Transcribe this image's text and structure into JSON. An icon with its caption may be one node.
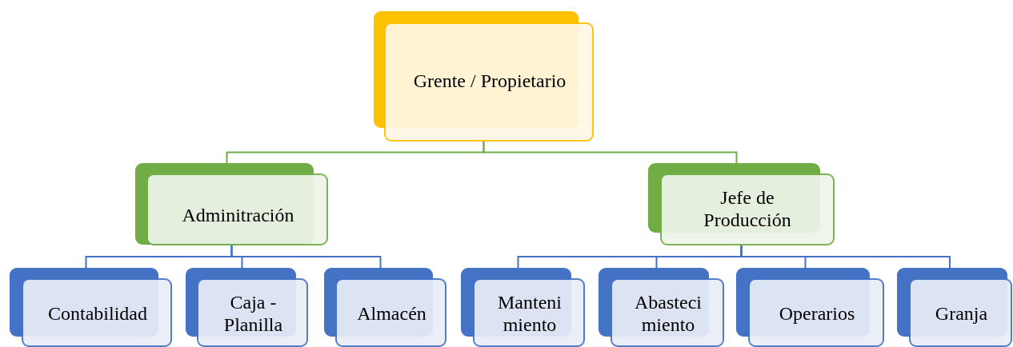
{
  "diagram": {
    "nodes": [
      {
        "text": [
          "Grente / Propietario"
        ]
      },
      {
        "text": [
          "Adminitración"
        ]
      },
      {
        "text": [
          "Jefe de Producción"
        ]
      },
      {
        "text": [
          "Contabilidad"
        ]
      },
      {
        "text": [
          "Caja - Planilla"
        ]
      },
      {
        "text": [
          "Almacén"
        ]
      },
      {
        "text": [
          "Manteni miento"
        ]
      },
      {
        "text": [
          "Abasteci miento"
        ]
      },
      {
        "text": [
          "Operarios"
        ]
      },
      {
        "text": [
          "Granja"
        ]
      }
    ],
    "edges": [
      {
        "from": 0,
        "to": 1,
        "arrow": "none",
        "color": "#70ad47"
      },
      {
        "from": 0,
        "to": 2,
        "arrow": "none",
        "color": "#70ad47"
      },
      {
        "from": 1,
        "to": 3,
        "arrow": "none"
      },
      {
        "from": 1,
        "to": 4,
        "arrow": "none"
      },
      {
        "from": 1,
        "to": 5,
        "arrow": "none"
      },
      {
        "from": 2,
        "to": 6,
        "arrow": "none"
      },
      {
        "from": 2,
        "to": 7,
        "arrow": "none"
      },
      {
        "from": 2,
        "to": 8,
        "arrow": "none"
      },
      {
        "from": 2,
        "to": 9,
        "arrow": "none"
      }
    ]
  }
}
